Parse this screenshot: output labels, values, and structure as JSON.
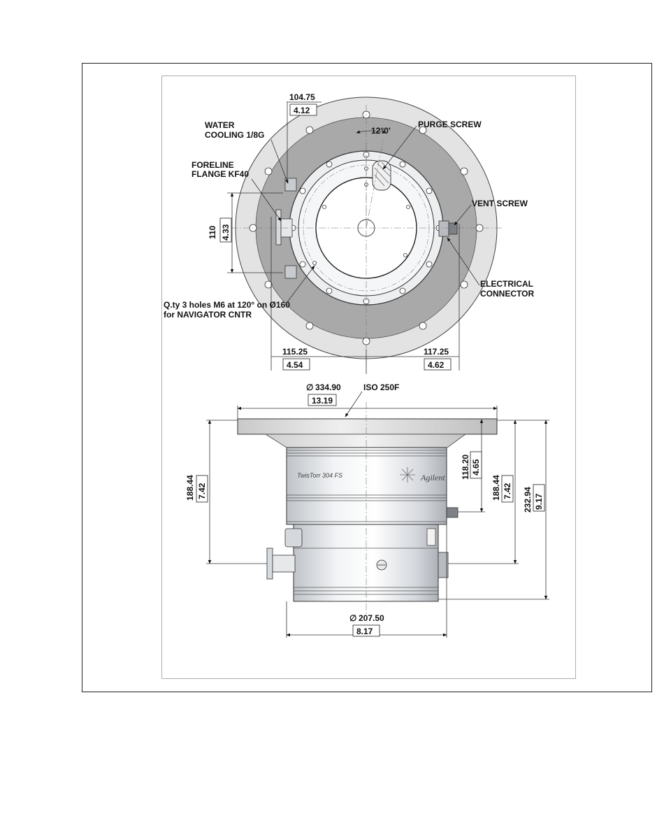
{
  "top_view": {
    "callouts": {
      "water_cooling": [
        "WATER",
        "COOLING 1/8G"
      ],
      "foreline": [
        "FORELINE",
        "FLANGE KF40"
      ],
      "purge_screw": "PURGE SCREW",
      "vent_screw": "VENT SCREW",
      "electrical": [
        "ELECTRICAL",
        "CONNECTOR"
      ],
      "holes_note": [
        "Q.ty 3 holes M6 at 120° on Ø160",
        "for NAVIGATOR CNTR"
      ]
    },
    "angle": "12°0'",
    "dims": {
      "top_mm": "104.75",
      "top_in": "4.12",
      "left_mm": "110",
      "left_in": "4.33",
      "bottom_left_mm": "115.25",
      "bottom_left_in": "4.54",
      "bottom_right_mm": "117.25",
      "bottom_right_in": "4.62"
    }
  },
  "side_view": {
    "flange_label": "ISO 250F",
    "product_label": "TwisTorr 304 FS",
    "brand_label": "Agilent",
    "dims": {
      "flange_dia_mm": "334.90",
      "flange_dia_in": "13.19",
      "base_dia_mm": "207.50",
      "base_dia_in": "8.17",
      "left_h_mm": "188.44",
      "left_h_in": "7.42",
      "mid_h_mm": "118.20",
      "mid_h_in": "4.65",
      "right_h_mm": "188.44",
      "right_h_in": "7.42",
      "total_h_mm": "232.94",
      "total_h_in": "9.17"
    },
    "diameter_symbol": "∅"
  },
  "colors": {
    "flange": "#e3e3e3",
    "inner_flange": "#a9a9a9",
    "body": "#dde1e6",
    "ring": "#f0f2f4",
    "line": "#222222"
  }
}
